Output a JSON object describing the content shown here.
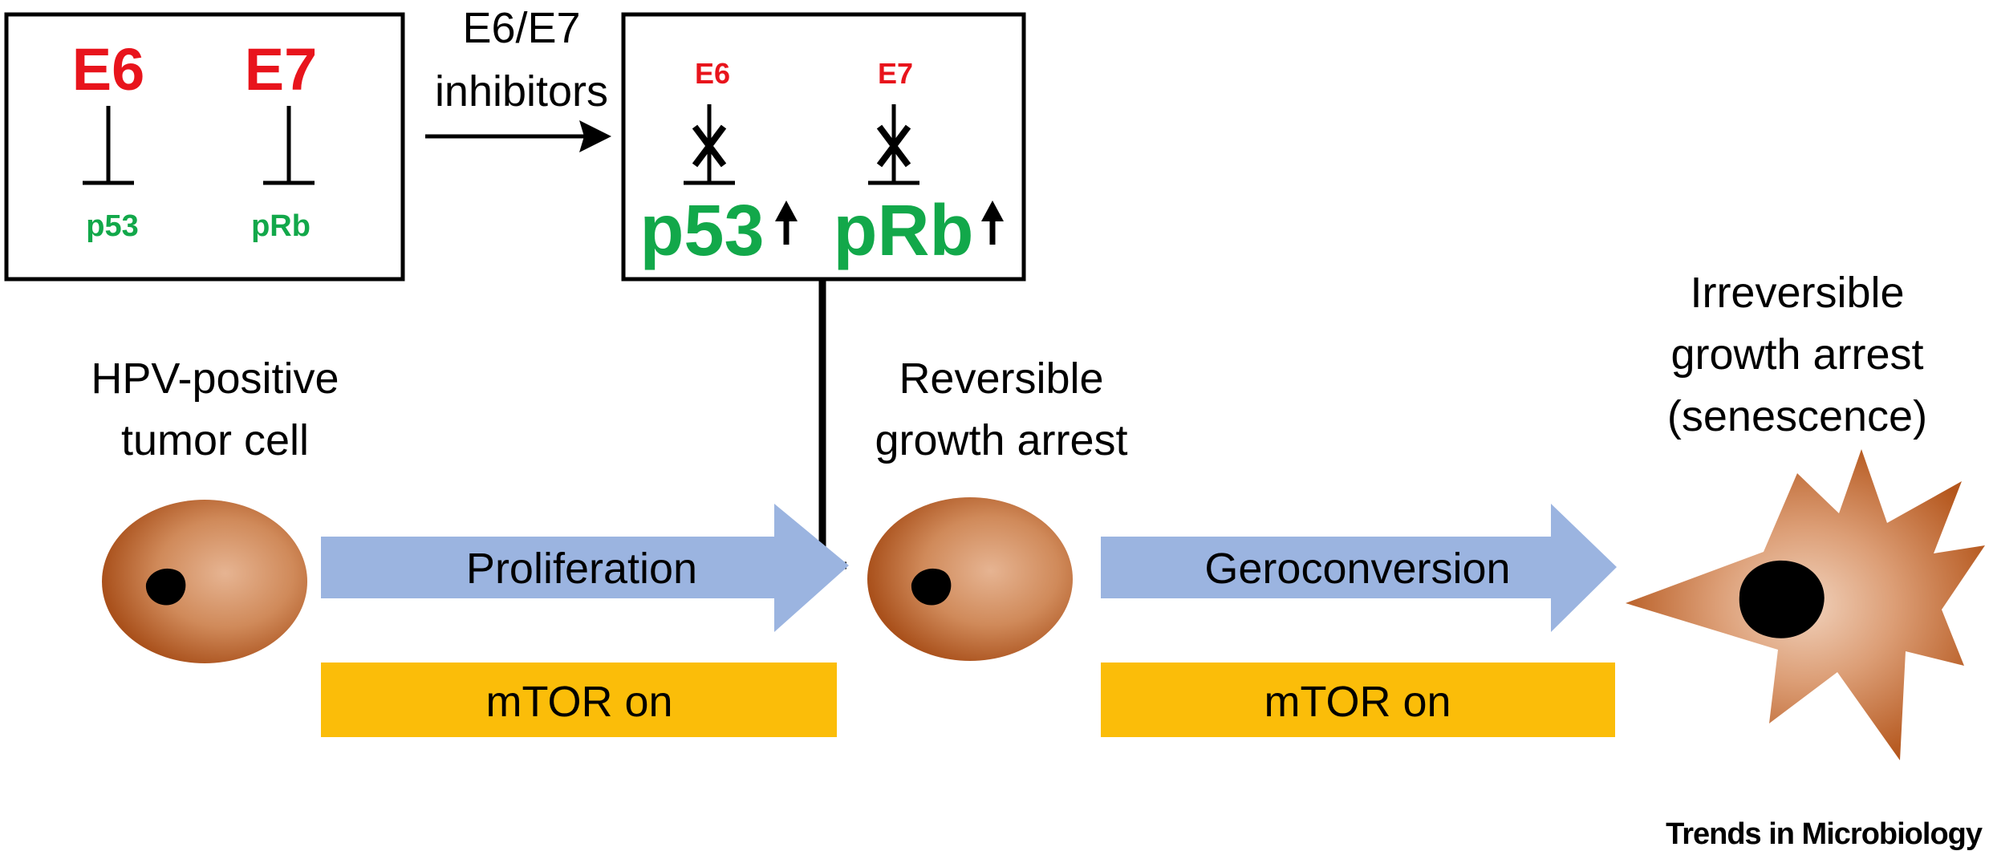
{
  "colors": {
    "red": "#e8141c",
    "green": "#12a84a",
    "black": "#000000",
    "arrow_blue": "#9bb4e0",
    "bar_gold": "#fbbd09",
    "cell_dark": "#b4561c",
    "cell_light": "#e0a882",
    "nucleus": "#000000"
  },
  "box_left": {
    "e6": "E6",
    "e7": "E7",
    "p53": "p53",
    "prb": "pRb"
  },
  "inhibitor_arrow": {
    "line1": "E6/E7",
    "line2": "inhibitors"
  },
  "box_right": {
    "e6": "E6",
    "e7": "E7",
    "p53": "p53",
    "prb": "pRb"
  },
  "stage_labels": {
    "tumor_line1": "HPV-positive",
    "tumor_line2": "tumor cell",
    "reversible_line1": "Reversible",
    "reversible_line2": "growth arrest",
    "irreversible_line1": "Irreversible",
    "irreversible_line2": "growth arrest",
    "irreversible_line3": "(senescence)"
  },
  "process_arrows": {
    "proliferation": "Proliferation",
    "geroconversion": "Geroconversion"
  },
  "mtor_bars": {
    "left": "mTOR on",
    "right": "mTOR on"
  },
  "footer": "Trends in Microbiology"
}
